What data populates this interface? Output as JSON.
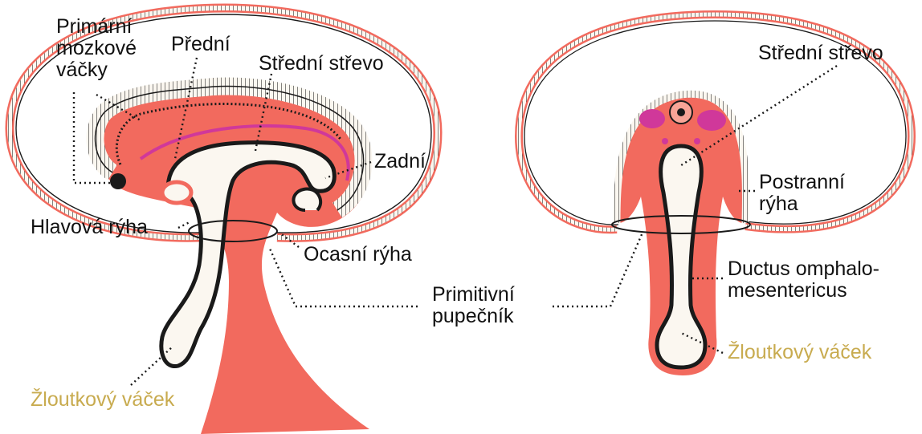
{
  "colors": {
    "tissue": "#f26a5e",
    "tissue_light": "#f8a497",
    "ecto_fill": "#fbf7f0",
    "magenta": "#d0389a",
    "outline": "#1a1a1a",
    "yolk_label": "#c8ab4f",
    "text": "#111111"
  },
  "left_figure": {
    "labels": {
      "primary_vesicles": "Primární\nmozkové\nváčky",
      "foregut": "Přední",
      "midgut": "Střední střevo",
      "hindgut": "Zadní",
      "head_fold": "Hlavová rýha",
      "tail_fold": "Ocasní rýha",
      "yolk_sac": "Žloutkový váček"
    }
  },
  "right_figure": {
    "labels": {
      "midgut": "Střední střevo",
      "lateral_fold": "Postranní\nrýha",
      "vitelline_duct": "Ductus omphalo-\nmesentericus",
      "yolk_sac": "Žloutkový váček"
    }
  },
  "shared": {
    "primitive_umbilicus": "Primitivní\npupečník"
  }
}
